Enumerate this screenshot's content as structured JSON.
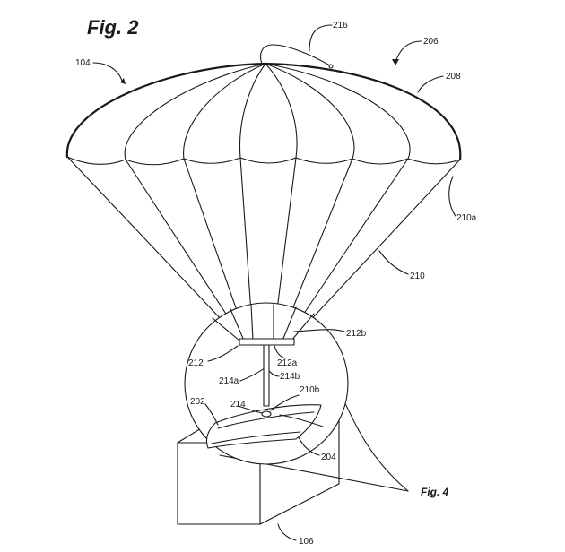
{
  "figure": {
    "title": "Fig. 2",
    "inset_label": "Fig. 4",
    "labels": {
      "l104": "104",
      "l216": "216",
      "l206": "206",
      "l208": "208",
      "l210a": "210a",
      "l210": "210",
      "l212b": "212b",
      "l212": "212",
      "l212a": "212a",
      "l214a": "214a",
      "l214b": "214b",
      "l210b": "210b",
      "l202": "202",
      "l214": "214",
      "l204": "204",
      "l106": "106"
    }
  }
}
